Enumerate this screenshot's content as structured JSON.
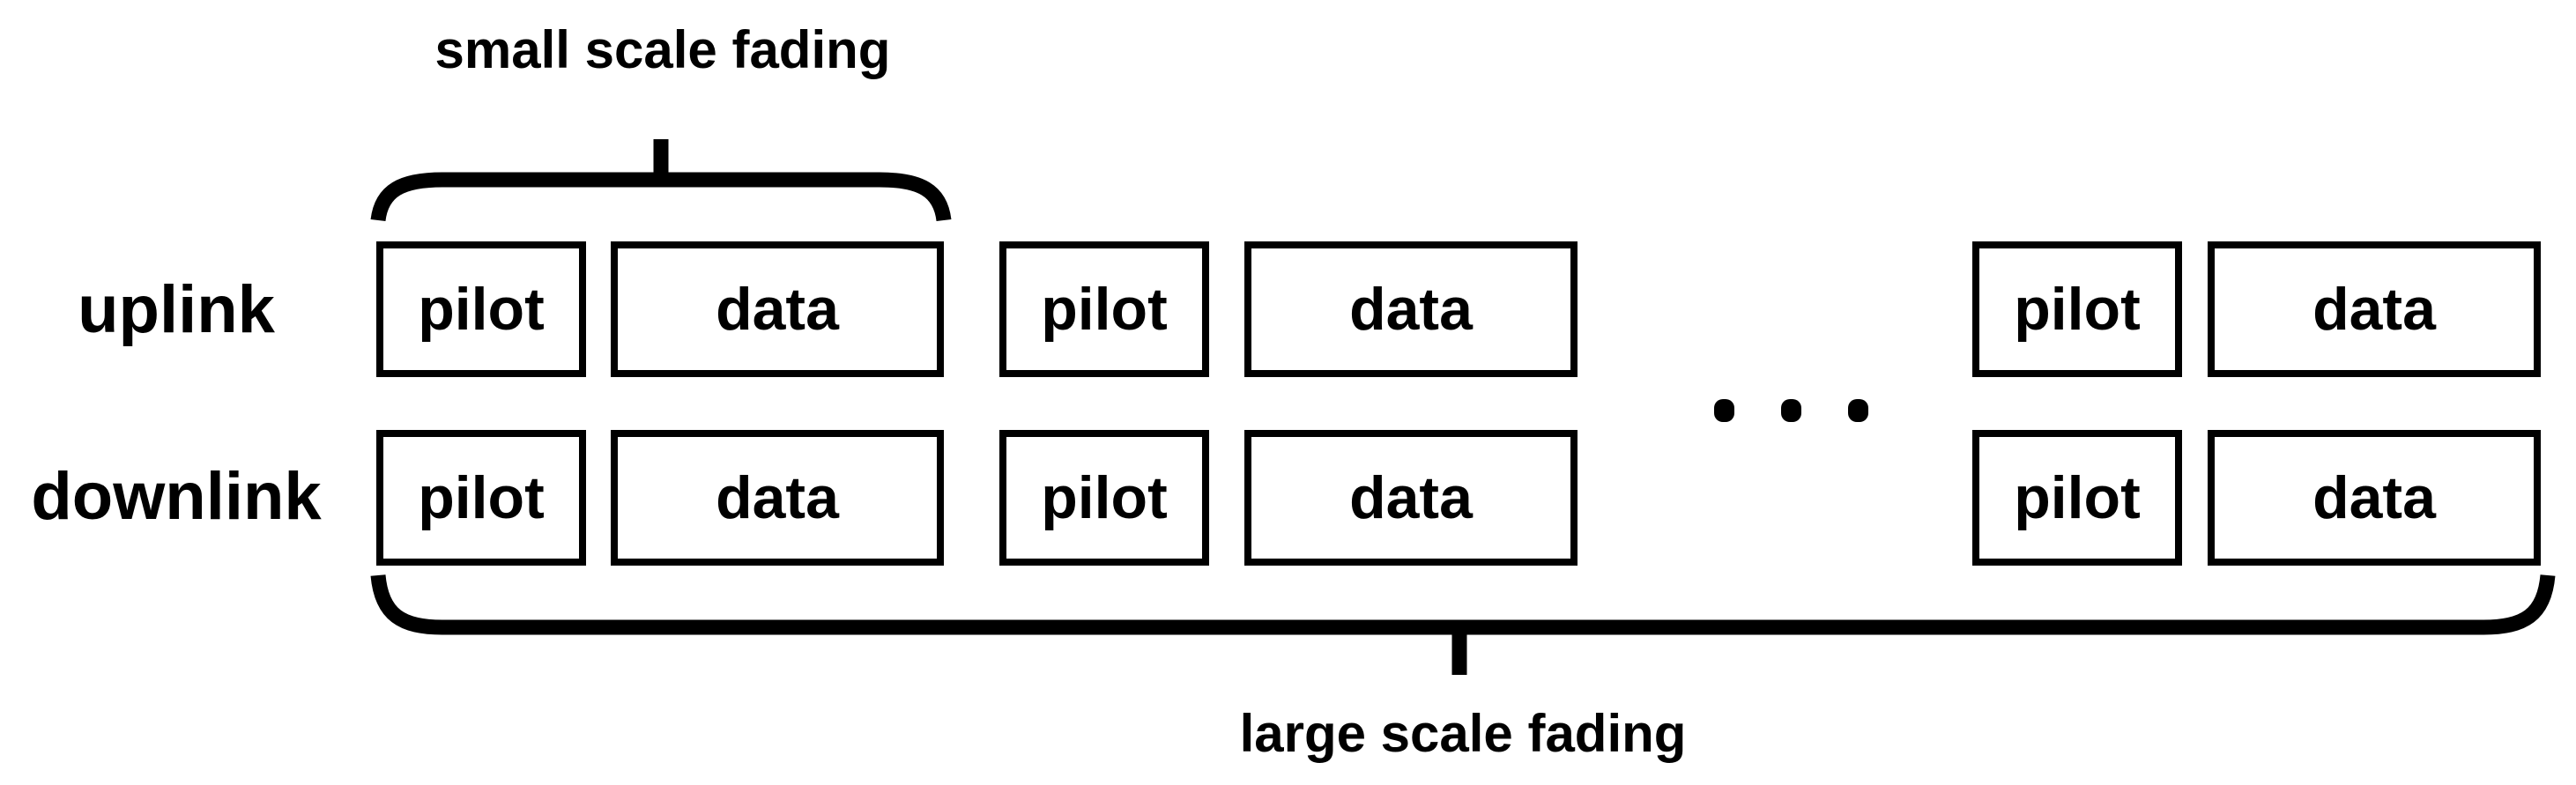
{
  "diagram": {
    "colors": {
      "ink": "#000000",
      "background": "#ffffff"
    },
    "annotations": {
      "top_brace_label": "small scale fading",
      "bottom_brace_label": "large scale fading"
    },
    "rows": [
      {
        "label": "uplink",
        "blocks": [
          "pilot",
          "data",
          "pilot",
          "data",
          "pilot",
          "data"
        ]
      },
      {
        "label": "downlink",
        "blocks": [
          "pilot",
          "data",
          "pilot",
          "data",
          "pilot",
          "data"
        ]
      }
    ],
    "ellipsis": {
      "dot_count": 3
    }
  }
}
